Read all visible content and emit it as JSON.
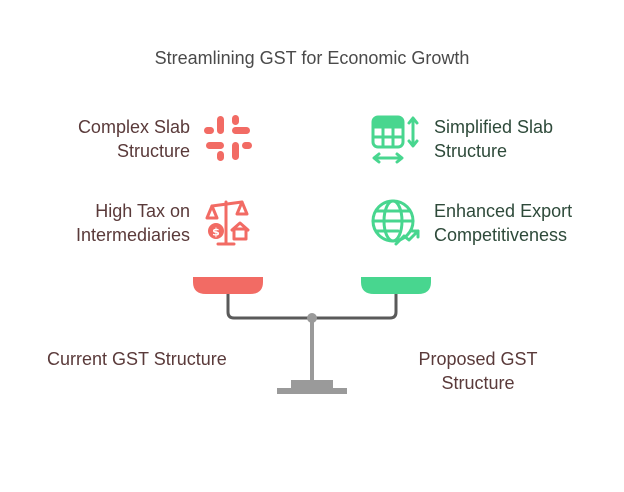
{
  "title": "Streamlining GST for Economic Growth",
  "left": {
    "items": [
      {
        "line1": "Complex Slab",
        "line2": "Structure",
        "icon": "slack-hash-icon"
      },
      {
        "line1": "High Tax on",
        "line2": "Intermediaries",
        "icon": "tax-scale-icon"
      }
    ],
    "label": "Current GST Structure",
    "color": "#F26B64"
  },
  "right": {
    "items": [
      {
        "line1": "Simplified Slab",
        "line2": "Structure",
        "icon": "table-resize-icon"
      },
      {
        "line1": "Enhanced Export",
        "line2": "Competitiveness",
        "icon": "globe-growth-icon"
      }
    ],
    "label_line1": "Proposed GST",
    "label_line2": "Structure",
    "color": "#48D68F"
  },
  "colors": {
    "beam": "#5a5a5a",
    "pillar": "#9a9a9a"
  }
}
